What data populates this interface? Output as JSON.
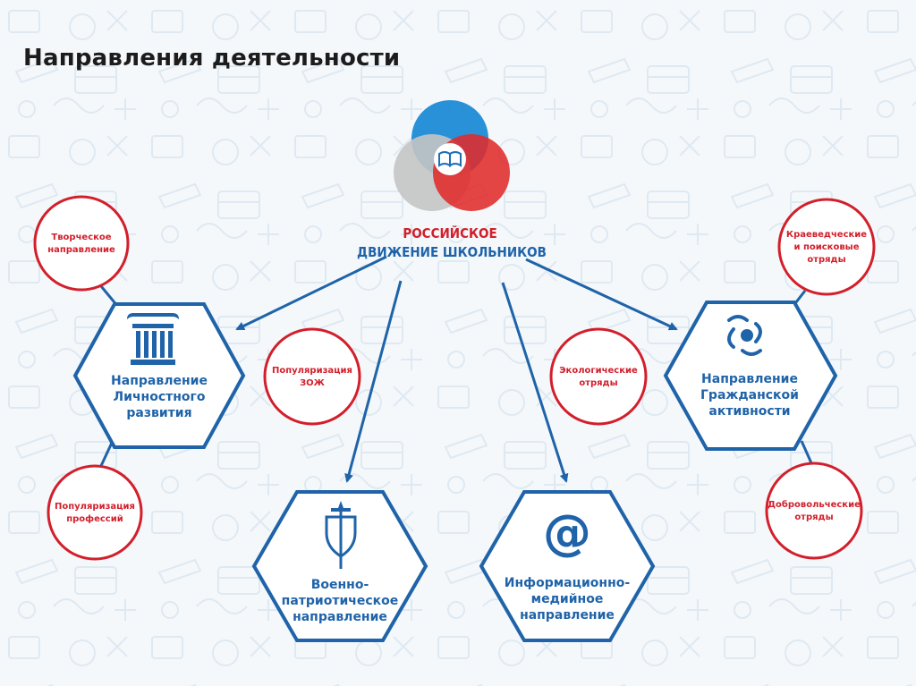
{
  "title": "Направления деятельности",
  "logo": {
    "line1": "РОССИЙСКОЕ",
    "line2": "ДВИЖЕНИЕ ШКОЛЬНИКОВ"
  },
  "directions": [
    {
      "id": "personal",
      "lines": [
        "Направление",
        "Личностного",
        "развития"
      ],
      "icon": "column-icon"
    },
    {
      "id": "civic",
      "lines": [
        "Направление",
        "Гражданской",
        "активности"
      ],
      "icon": "hands-icon"
    },
    {
      "id": "military",
      "lines": [
        "Военно-",
        "патриотическое",
        "направление"
      ],
      "icon": "shield-sword-icon"
    },
    {
      "id": "media",
      "lines": [
        "Информационно-",
        "медийное",
        "направление"
      ],
      "icon": "at-sign-icon"
    }
  ],
  "activities": [
    {
      "id": "creative",
      "lines": [
        "Творческое",
        "направление"
      ]
    },
    {
      "id": "healthy",
      "lines": [
        "Популяризация",
        "ЗОЖ"
      ]
    },
    {
      "id": "professions",
      "lines": [
        "Популяризация",
        "профессий"
      ]
    },
    {
      "id": "local-history",
      "lines": [
        "Краеведческие",
        "и поисковые",
        "отряды"
      ]
    },
    {
      "id": "ecology",
      "lines": [
        "Экологические",
        "отряды"
      ]
    },
    {
      "id": "volunteer",
      "lines": [
        "Добровольческие",
        "отряды"
      ]
    }
  ],
  "colors": {
    "blue": "#1f63a9",
    "red": "#d21f2b",
    "logo_blue": "#1e8bd6",
    "logo_red": "#e02a2a",
    "logo_gray": "#bdbdbd"
  }
}
